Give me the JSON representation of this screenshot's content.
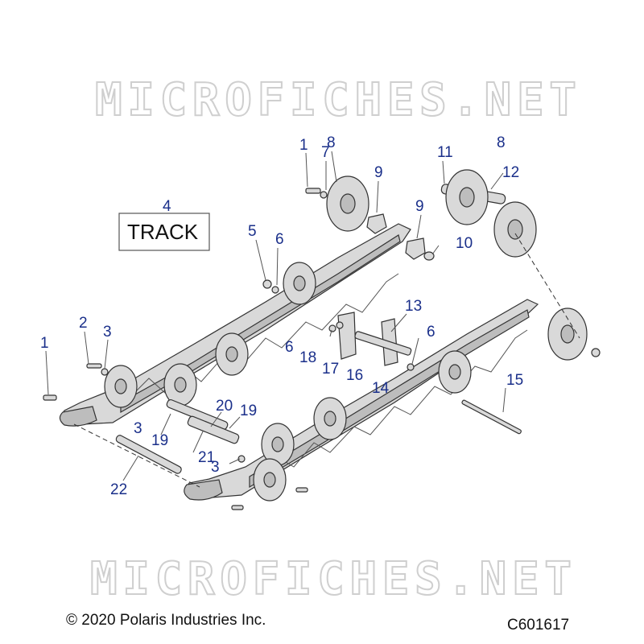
{
  "watermark": "MICROFICHES.NET",
  "track_label": "TRACK",
  "callouts": {
    "c1a": "1",
    "c7": "7",
    "c8a": "8",
    "c9a": "9",
    "c11": "11",
    "c8b": "8",
    "c12": "12",
    "c4": "4",
    "c9b": "9",
    "c10": "10",
    "c5": "5",
    "c6a": "6",
    "c2": "2",
    "c3a": "3",
    "c1b": "1",
    "c13": "13",
    "c6b": "6",
    "c18": "18",
    "c6c": "6",
    "c17": "17",
    "c16": "16",
    "c14": "14",
    "c15": "15",
    "c20": "20",
    "c19a": "19",
    "c3b": "3",
    "c19b": "19",
    "c21": "21",
    "c3c": "3",
    "c22": "22"
  },
  "copyright": "© 2020 Polaris Industries Inc.",
  "figure_code": "C601617",
  "colors": {
    "callout": "#1a2f8a",
    "watermark": "#cfcfcf",
    "part": "#d9d9d9"
  }
}
